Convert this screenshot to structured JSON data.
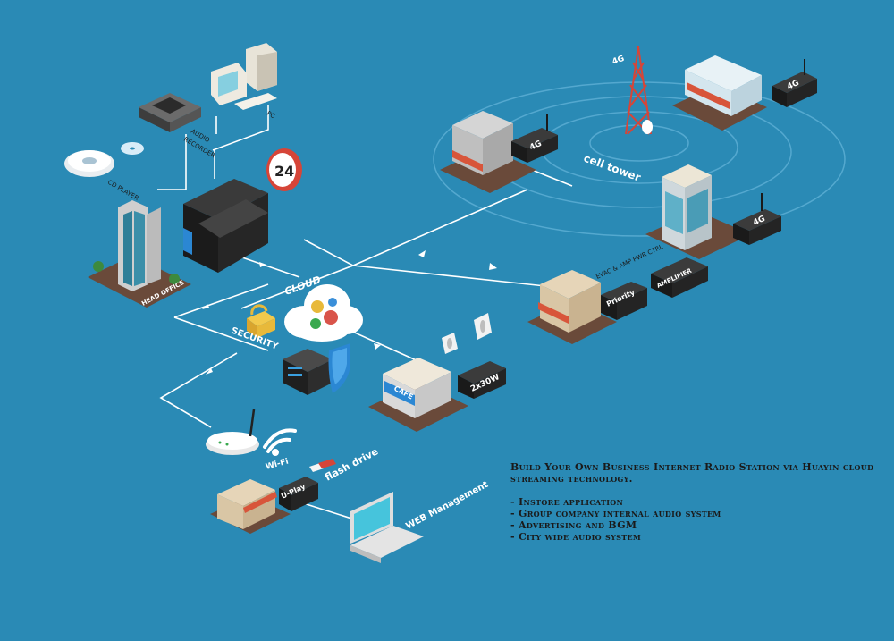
{
  "diagram": {
    "labels": {
      "pc": "PC",
      "audio_recorder_line1": "AUDIO",
      "audio_recorder_line2": "RECORDER",
      "cd_player": "CD PLAYER",
      "hours": "24",
      "head_office": "HEAD OFFICE",
      "cloud": "CLOUD",
      "security": "SECURITY",
      "wifi": "Wi-Fi",
      "flash_drive": "flash drive",
      "uplay": "U-Play",
      "web_management": "WEB Management",
      "cell_tower": "cell tower",
      "tower_4g": "4G",
      "store_4g_a": "4G",
      "store_4g_b": "4G",
      "store_4g_c": "4G",
      "cafe": "CAFE",
      "amp_2x30w": "2x30W",
      "priority": "Priority",
      "amplifier": "AMPLIFIER",
      "evac_ctrl": "EVAC & AMP PWR CTRL"
    },
    "description": {
      "title": "Build Your Own Business Internet Radio Station via Huayin cloud streaming technology.",
      "items": [
        "- Instore application",
        "- Group company internal audio system",
        "- Advertising and BGM",
        "- City wide audio system"
      ]
    },
    "colors": {
      "background": "#2a8ab5",
      "line": "#ffffff",
      "device_dark": "#1f1f1f",
      "awning": "#d8553a"
    }
  }
}
